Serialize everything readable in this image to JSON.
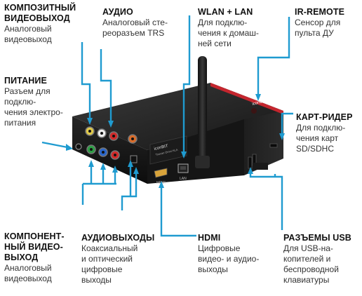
{
  "accent_color": "#1f9bd0",
  "labels": {
    "composite": {
      "title": [
        "КОМПОЗИТНЫЙ",
        "ВИДЕОВЫХОД"
      ],
      "desc": [
        "Аналоговый",
        "видеовыход"
      ]
    },
    "audio": {
      "title": [
        "АУДИО"
      ],
      "desc": [
        "Аналоговый сте-",
        "реоразъем TRS"
      ]
    },
    "wlan": {
      "title": [
        "WLAN + LAN"
      ],
      "desc": [
        "Для подклю-",
        "чения к домаш-",
        "ней сети"
      ]
    },
    "ir": {
      "title": [
        "IR-REMOTE"
      ],
      "desc": [
        "Сенсор для",
        "пульта ДУ"
      ]
    },
    "power": {
      "title": [
        "ПИТАНИЕ"
      ],
      "desc": [
        "Разъем для",
        "подклю-",
        "чения электро-",
        "питания"
      ]
    },
    "cardreader": {
      "title": [
        "КАРТ-РИДЕР"
      ],
      "desc": [
        "Для подклю-",
        "чения карт",
        "SD/SDHC"
      ]
    },
    "component": {
      "title": [
        "КОМПОНЕНТ-",
        "НЫЙ ВИДЕО-",
        "ВЫХОД"
      ],
      "desc": [
        "Аналоговый",
        "видеовыход"
      ]
    },
    "audioouts": {
      "title": [
        "АУДИОВЫХОДЫ"
      ],
      "desc": [
        "Коаксиальный",
        "и оптический",
        "цифровые",
        "выходы"
      ]
    },
    "hdmi": {
      "title": [
        "HDMI"
      ],
      "desc": [
        "Цифровые",
        "видео- и аудио-",
        "выходы"
      ]
    },
    "usb": {
      "title": [
        "РАЗЪЕМЫ USB"
      ],
      "desc": [
        "Для USB-на-",
        "копителей и",
        "беспроводной",
        "клавиатуры"
      ]
    }
  },
  "device": {
    "brand_top": "iconBIT",
    "brand_panel": "iconBIT",
    "model_text": "Toucan Omni HLA",
    "port_hdmi": "HDMI",
    "port_lan": "LAN"
  }
}
